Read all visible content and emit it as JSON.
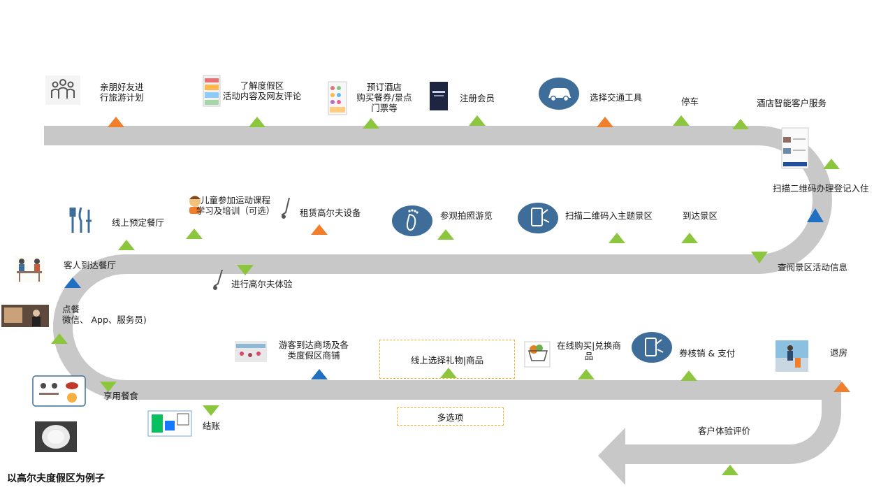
{
  "labels": {
    "plan": "亲朋好友进\n行旅游计划",
    "learn": "了解度假区\n活动内容及网友评论",
    "book": "预订酒店\n购买餐券/景点\n门票等",
    "register": "注册会员",
    "transport": "选择交通工具",
    "parking": "停车",
    "hotel_service": "酒店智能客户服务",
    "checkin": "扫描二维码办理登记入住",
    "scenic_info": "查阅景区活动信息",
    "arrive_scenic": "到达景区",
    "scan_theme": "扫描二维码入主题景区",
    "sightseeing": "参观拍照游览",
    "rent_golf": "租赁高尔夫设备",
    "kids_course": "儿童参加运动课程\n学习及培训（可选）",
    "reserve_restaurant": "线上预定餐厅",
    "golf_experience": "进行高尔夫体验",
    "arrive_restaurant": "客人到达餐厅",
    "order": "点餐\n微信、 App、服务员)",
    "dine": "享用餐食",
    "checkout_pay": "结账",
    "shops": "游客到达商场及各\n类度假区商铺",
    "select_gift": "线上选择礼物|商品",
    "multi_select": "多选项",
    "online_buy": "在线购买|兑换商\n品",
    "coupon_pay": "券核销 & 支付",
    "checkout_room": "退房",
    "feedback": "客户体验评价"
  },
  "footer_title": "以高尔夫度假区为例子",
  "colors": {
    "road": "#c8c8c8",
    "marker_green": "#8cc63f",
    "marker_orange": "#f07e2a",
    "marker_blue": "#1f6fc2",
    "icon_circle": "#3f6d99",
    "dash_border": "#f2b12e"
  }
}
